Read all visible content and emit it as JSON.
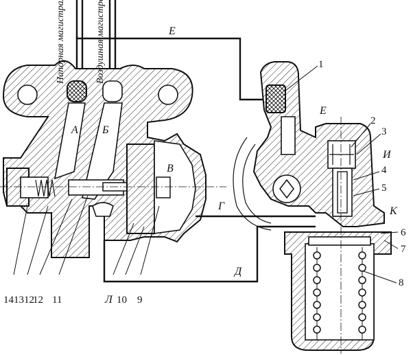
{
  "lines": {
    "pressure_line": "Напорная магистраль",
    "air_line": "Воздушная магистраль"
  },
  "channels": {
    "A": "А",
    "B": "Б",
    "V": "В",
    "G": "Г",
    "D": "Д",
    "E_top": "Е",
    "E_right": "Е",
    "I": "И",
    "K": "К"
  },
  "callouts": {
    "n1": "1",
    "n2": "2",
    "n3": "3",
    "n4": "4",
    "n5": "5",
    "n6": "6",
    "n7": "7",
    "n8": "8",
    "n9": "9",
    "n10": "10",
    "L": "Л",
    "n11": "11",
    "n12": "12",
    "bottom_left_group": "141312"
  }
}
